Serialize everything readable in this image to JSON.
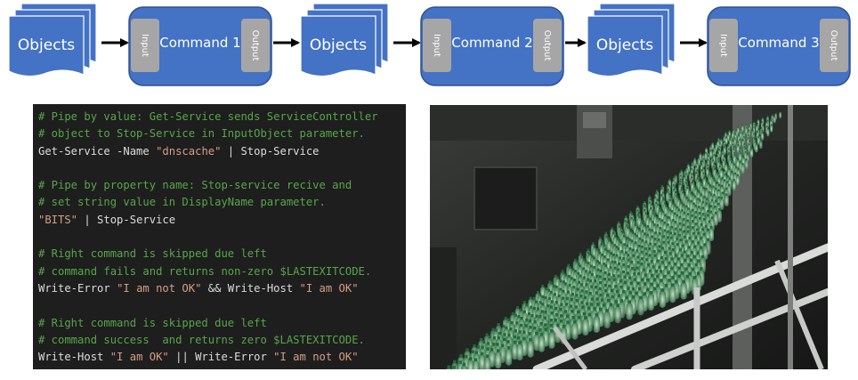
{
  "pipeline": {
    "stages": [
      {
        "objects_label": "Objects",
        "command_label": "Command 1",
        "input_label": "Input",
        "output_label": "Output"
      },
      {
        "objects_label": "Objects",
        "command_label": "Command 2",
        "input_label": "Input",
        "output_label": "Output"
      },
      {
        "objects_label": "Objects",
        "command_label": "Command 3",
        "input_label": "Input",
        "output_label": "Output"
      }
    ]
  },
  "code_panel": {
    "lines": [
      [
        {
          "t": "comment",
          "s": "# Pipe by value: Get-Service sends ServiceController"
        }
      ],
      [
        {
          "t": "comment",
          "s": "# object to Stop-Service in InputObject parameter."
        }
      ],
      [
        {
          "t": "plain",
          "s": "Get-Service -Name "
        },
        {
          "t": "string",
          "s": "\"dnscache\""
        },
        {
          "t": "plain",
          "s": " | Stop-Service"
        }
      ],
      [],
      [
        {
          "t": "comment",
          "s": "# Pipe by property name: Stop-service recive and"
        }
      ],
      [
        {
          "t": "comment",
          "s": "# set string value in DisplayName parameter."
        }
      ],
      [
        {
          "t": "string",
          "s": "\"BITS\""
        },
        {
          "t": "plain",
          "s": " | Stop-Service"
        }
      ],
      [],
      [
        {
          "t": "comment",
          "s": "# Right command is skipped due left"
        }
      ],
      [
        {
          "t": "comment",
          "s": "# command fails and returns non-zero $LASTEXITCODE."
        }
      ],
      [
        {
          "t": "plain",
          "s": "Write-Error "
        },
        {
          "t": "string",
          "s": "\"I am not OK\""
        },
        {
          "t": "plain",
          "s": " && Write-Host "
        },
        {
          "t": "string",
          "s": "\"I am OK\""
        }
      ],
      [],
      [
        {
          "t": "comment",
          "s": "# Right command is skipped due left"
        }
      ],
      [
        {
          "t": "comment",
          "s": "# command success  and returns zero $LASTEXITCODE."
        }
      ],
      [
        {
          "t": "plain",
          "s": "Write-Host "
        },
        {
          "t": "string",
          "s": "\"I am OK\""
        },
        {
          "t": "plain",
          "s": " || Write-Error "
        },
        {
          "t": "string",
          "s": "\"I am not OK\""
        }
      ]
    ]
  },
  "colors": {
    "box_fill": "#4472c4",
    "box_stroke": "#2f528f",
    "port_fill": "#a6a6a6",
    "code_bg": "#1e1e1e",
    "comment": "#57a64a",
    "code_text": "#dcdcdc",
    "string": "#d69d85"
  }
}
